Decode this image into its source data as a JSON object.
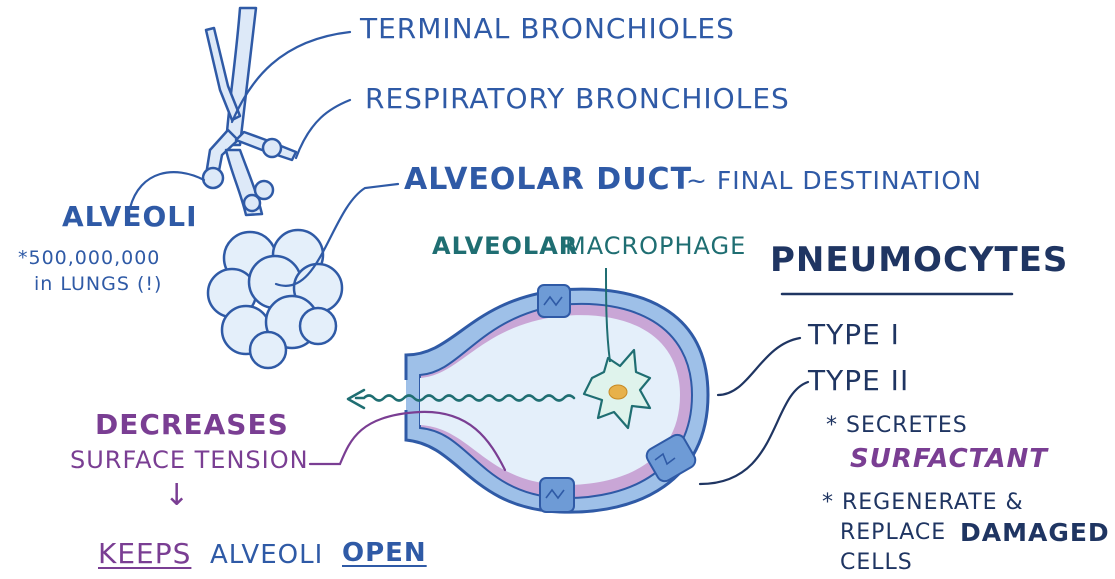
{
  "airway_labels": {
    "terminal": "TERMINAL BRONCHIOLES",
    "respiratory": "RESPIRATORY BRONCHIOLES",
    "duct_bold": "ALVEOLAR DUCT",
    "duct_note": "~ FINAL DESTINATION"
  },
  "alveoli": {
    "title": "ALVEOLI",
    "count": "*500,000,000",
    "count_note": "in LUNGS (!)"
  },
  "macrophage_label": {
    "part1": "ALVEOLAR",
    "part2": "MACROPHAGE"
  },
  "pneumocytes": {
    "title": "PNEUMOCYTES",
    "type1": "TYPE I",
    "type2": "TYPE II",
    "secretes": "* SECRETES",
    "surfactant": "SURFACTANT",
    "regenerate": "* REGENERATE &",
    "replace": "REPLACE",
    "damaged": "DAMAGED",
    "cells": "CELLS"
  },
  "surfactant_effect": {
    "line1": "DECREASES",
    "line2": "SURFACE TENSION",
    "arrow": "↓",
    "keeps": "KEEPS",
    "alveoli": "ALVEOLI",
    "open": "OPEN"
  },
  "colors": {
    "blue": "#2f5aa6",
    "navy": "#1f3562",
    "teal": "#1f6e72",
    "purple": "#7a3e93",
    "lavender": "#c9a6d6",
    "pale_blue": "#e4effa",
    "cell_blue": "#9ec0e8",
    "nucleus": "#e7b14b"
  }
}
